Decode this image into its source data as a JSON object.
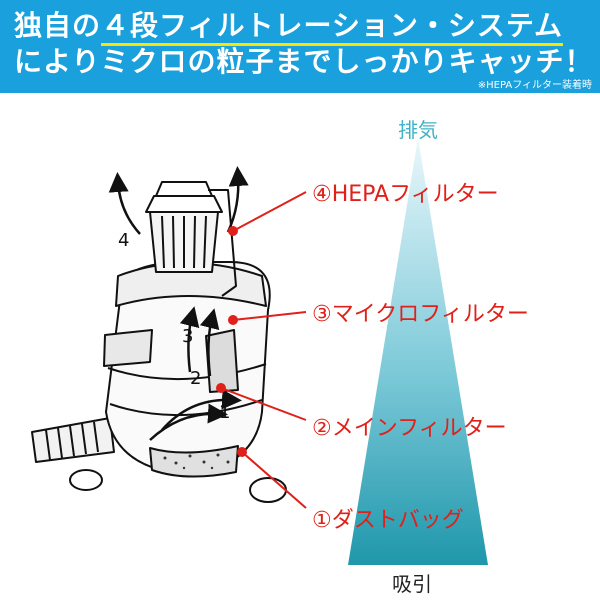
{
  "banner": {
    "line1_prefix": "独自の",
    "line1_highlight": "４段フィルトレーション・システム",
    "line2": "によりミクロの粒子までしっかりキャッチ！",
    "note": "※HEPAフィルター装着時"
  },
  "flow": {
    "exhaust_label": "排気",
    "intake_label": "吸引"
  },
  "callouts": [
    {
      "label": "④HEPAフィルター"
    },
    {
      "label": "③マイクロフィルター"
    },
    {
      "label": "②メインフィルター"
    },
    {
      "label": "①ダストバッグ"
    }
  ],
  "stage_numbers": [
    "4",
    "3",
    "2",
    "1"
  ],
  "colors": {
    "banner": "#1aa0dc",
    "highlight_underline": "#ffe400",
    "callout": "#e0201a",
    "arrow_top": "#e9f7fb",
    "arrow_bottom": "#1f97ab"
  }
}
